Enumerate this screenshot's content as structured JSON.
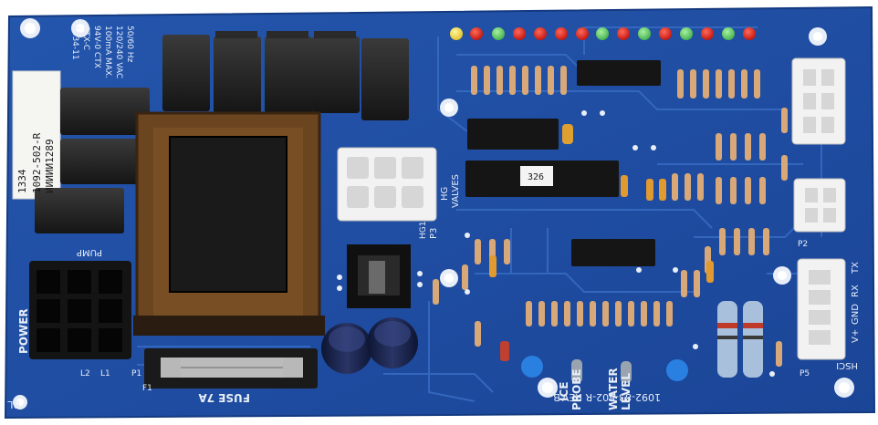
{
  "board": {
    "rev": "1092-83-502-R REV.B",
    "bl": "BL",
    "fuse": "FUSE 7A",
    "power": "POWER",
    "pump": "PUMP",
    "hg_valves_1": "HG",
    "hg_valves_2": "VALVES",
    "p3": "P3",
    "hg1": "HG1",
    "hsci": "HSCI",
    "rx": "RX",
    "tx": "TX",
    "gnd": "GND",
    "vplus": "V+",
    "p2": "P2",
    "p5": "P5",
    "p1": "P1",
    "f1": "F1",
    "l1": "L1",
    "l2": "L2",
    "ice": "ICE",
    "probe": "PROBE",
    "water": "WATER",
    "level": "LEVEL",
    "chip_sticker": "326"
  },
  "label_sticker": {
    "line1": "1334",
    "line2": "1092-502-R",
    "line3": "ИИИИИ1289"
  },
  "transformer_print": {
    "line1": "50/60 Hz",
    "line2": "120/240 VAC",
    "line3": "100mA MAX.",
    "line4": "94V-0 CTX",
    "line5": "CTX-C",
    "line6": "1334-11"
  },
  "colors": {
    "pcb": "#1f4fa6",
    "pcb_dark": "#173f8c",
    "trace": "#3468c2",
    "silk": "#e8eef8"
  }
}
